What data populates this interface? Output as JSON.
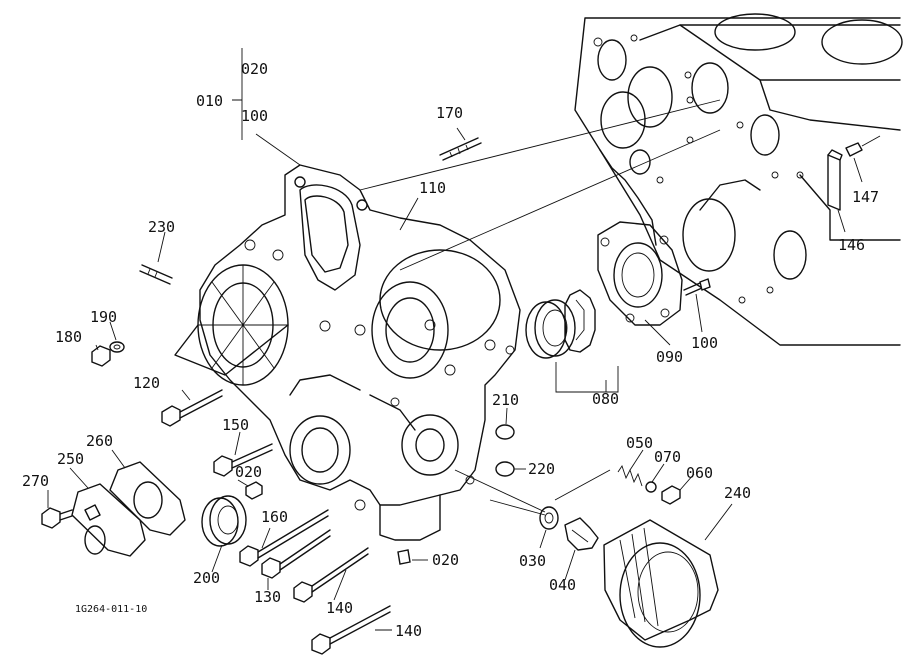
{
  "drawing": {
    "reference": "1G264-011-10",
    "callouts": {
      "c010": "010",
      "c020_top": "020",
      "c100_top": "100",
      "c170": "170",
      "c110": "110",
      "c230": "230",
      "c190": "190",
      "c180": "180",
      "c120": "120",
      "c150": "150",
      "c260": "260",
      "c250": "250",
      "c270": "270",
      "c020_mid": "020",
      "c200": "200",
      "c160": "160",
      "c130": "130",
      "c140_a": "140",
      "c140_b": "140",
      "c020_bot": "020",
      "c210": "210",
      "c220": "220",
      "c030": "030",
      "c040": "040",
      "c050": "050",
      "c070": "070",
      "c060": "060",
      "c240": "240",
      "c080": "080",
      "c090": "090",
      "c100_right": "100",
      "c146": "146",
      "c147": "147"
    }
  }
}
